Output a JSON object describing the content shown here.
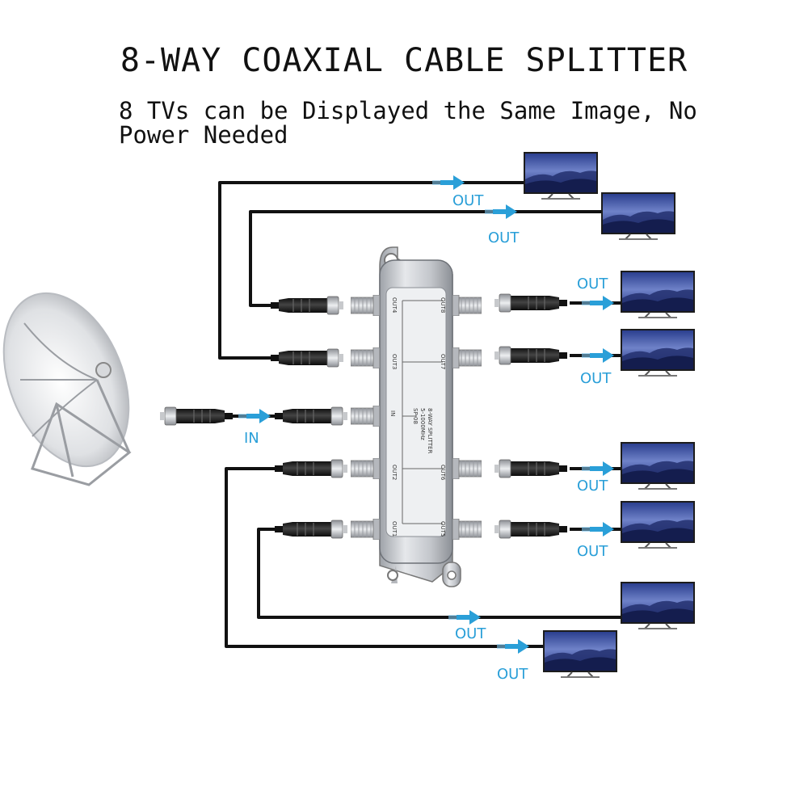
{
  "title": "8-WAY COAXIAL CABLE SPLITTER",
  "subtitle": "8 TVs can be Displayed the Same Image, No Power Needed",
  "labels": {
    "input": "IN",
    "output": "OUT"
  },
  "splitter": {
    "model": "SP-08",
    "frequency": "5-1000MHz",
    "name": "8-WAY SPLITTER",
    "port_in": "IN",
    "ports_left": [
      "OUT4",
      "OUT3",
      "OUT2",
      "OUT1"
    ],
    "ports_right": [
      "OUT8",
      "OUT7",
      "OUT6",
      "OUT5"
    ]
  },
  "colors": {
    "accent": "#2a9fd8",
    "cable": "#111111",
    "metal": "#c9ccd1"
  },
  "icons": [
    "satellite-dish-icon",
    "tv-icon",
    "coax-connector-icon",
    "arrow-right-icon"
  ]
}
